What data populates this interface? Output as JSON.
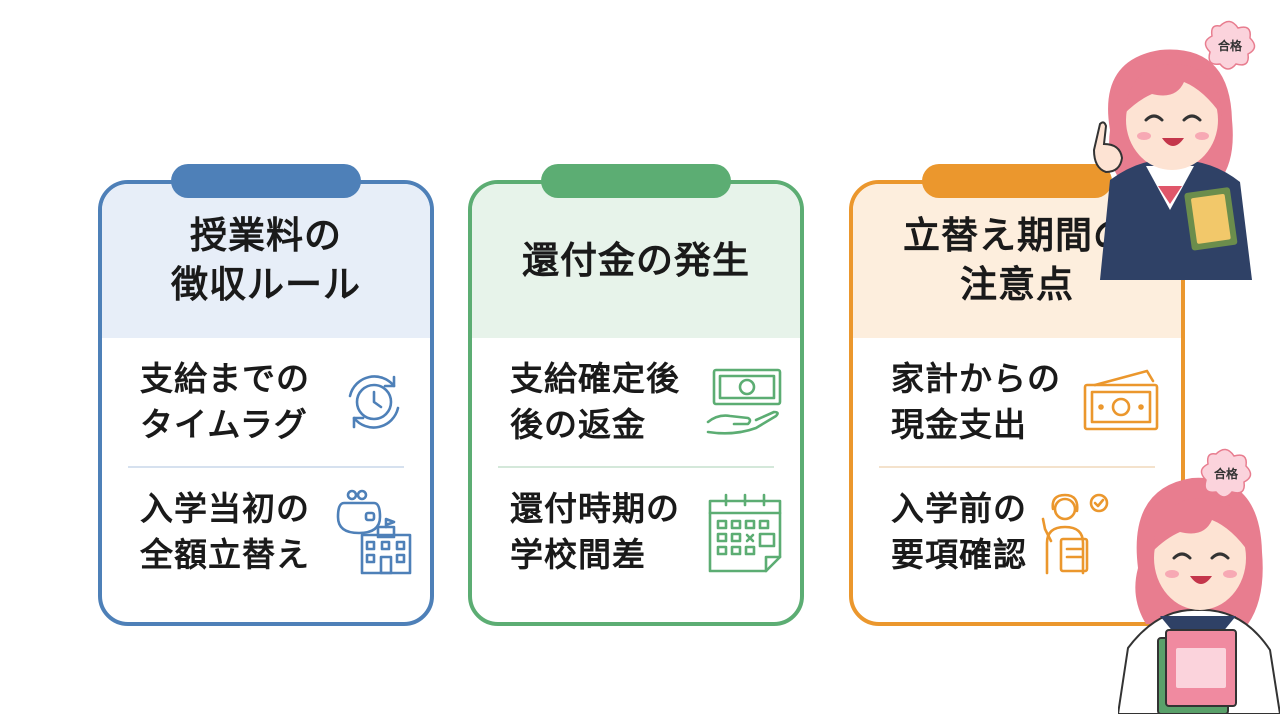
{
  "cards": [
    {
      "id": "blue",
      "accent": "#4e80b8",
      "title": [
        "授業料の",
        "徴収ルール"
      ],
      "items": [
        {
          "lines": [
            "支給までの",
            "タイムラグ"
          ],
          "icon": "clock-cycle-icon"
        },
        {
          "lines": [
            "入学当初の",
            "全額立替え"
          ],
          "icon": "purse-school-icon"
        }
      ]
    },
    {
      "id": "green",
      "accent": "#5cad73",
      "title": [
        "還付金の発生"
      ],
      "items": [
        {
          "lines": [
            "支給確定後",
            "後の返金"
          ],
          "icon": "money-hand-icon"
        },
        {
          "lines": [
            "還付時期の",
            "学校間差"
          ],
          "icon": "calendar-icon"
        }
      ]
    },
    {
      "id": "orange",
      "accent": "#eb972d",
      "title": [
        "立替え期間の",
        "注意点"
      ],
      "items": [
        {
          "lines": [
            "家計からの",
            "現金支出"
          ],
          "icon": "cash-bills-icon"
        },
        {
          "lines": [
            "入学前の",
            "要項確認"
          ],
          "icon": "checklist-person-icon"
        }
      ]
    }
  ],
  "characters": [
    {
      "badge": "合格"
    },
    {
      "badge": "合格"
    }
  ]
}
